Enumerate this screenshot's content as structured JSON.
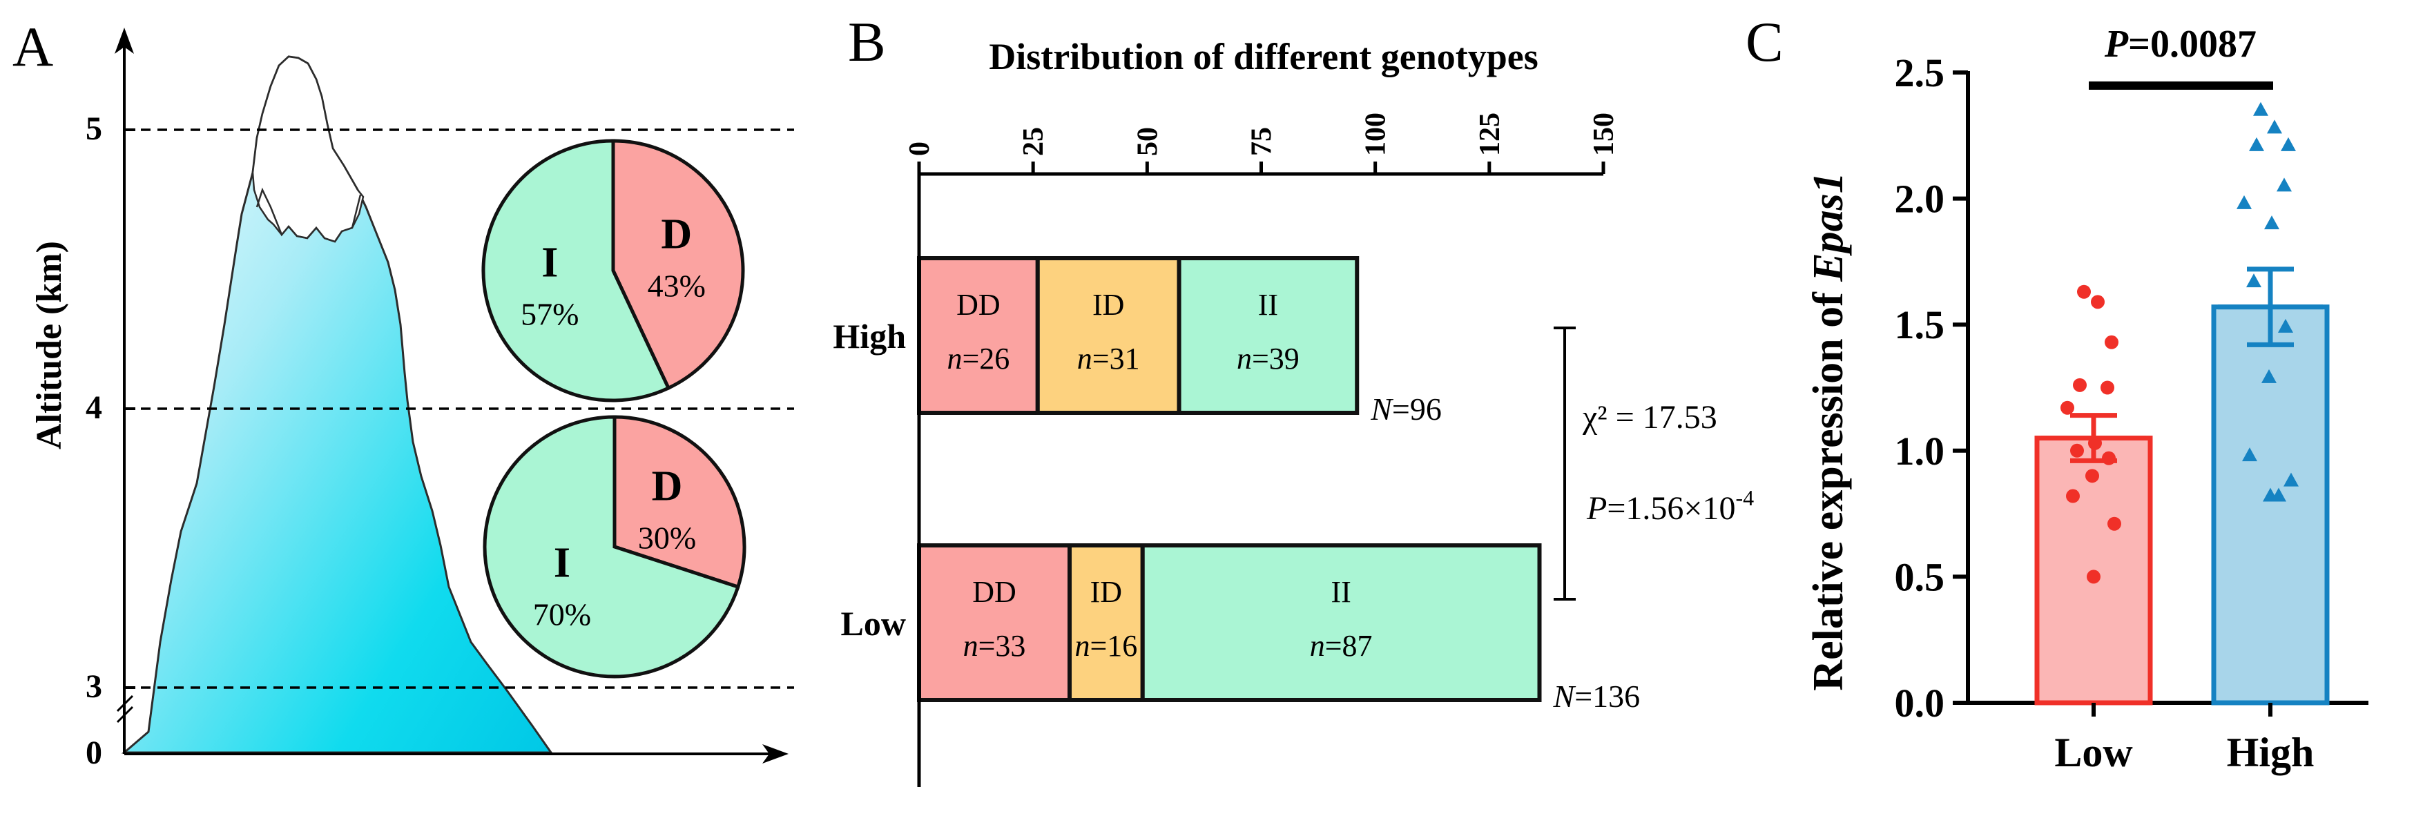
{
  "panels": {
    "a": {
      "letter": "A",
      "ylabel": "Altitude (km)",
      "ticks": [
        "0",
        "3",
        "4",
        "5"
      ],
      "pies": [
        {
          "slices": [
            {
              "label": "D",
              "pct_text": "43%",
              "value": 43,
              "color": "#fba3a1"
            },
            {
              "label": "I",
              "pct_text": "57%",
              "value": 57,
              "color": "#aaf5d4"
            }
          ]
        },
        {
          "slices": [
            {
              "label": "D",
              "pct_text": "30%",
              "value": 30,
              "color": "#fba3a1"
            },
            {
              "label": "I",
              "pct_text": "70%",
              "value": 70,
              "color": "#aaf5d4"
            }
          ]
        }
      ]
    },
    "b": {
      "letter": "B",
      "title": "Distribution of different genotypes",
      "stat1": "χ² = 17.53",
      "stat2_prefix": "P",
      "stat2_value": "=1.56×10",
      "stat2_exp": "-4"
    },
    "c": {
      "letter": "C",
      "ylabel_prefix": "Relative expression of ",
      "ylabel_gene": "Epas1",
      "pvalue_prefix": "P",
      "pvalue_value": "=0.0087"
    }
  },
  "chart_data": [
    {
      "type": "pie",
      "panel": "A (upper pie, 4–5 km)",
      "labels": [
        "D",
        "I"
      ],
      "values": [
        43,
        57
      ]
    },
    {
      "type": "pie",
      "panel": "A (lower pie, 3–4 km)",
      "labels": [
        "D",
        "I"
      ],
      "values": [
        30,
        70
      ]
    },
    {
      "type": "bar",
      "orientation": "horizontal",
      "stacked": true,
      "panel": "B",
      "title": "Distribution of different genotypes",
      "categories": [
        "High",
        "Low"
      ],
      "series": [
        {
          "name": "DD",
          "values": [
            26,
            33
          ],
          "color": "#fba3a1"
        },
        {
          "name": "ID",
          "values": [
            31,
            16
          ],
          "color": "#fdd27f"
        },
        {
          "name": "II",
          "values": [
            39,
            87
          ],
          "color": "#aaf5d4"
        }
      ],
      "totals": [
        "N=96",
        "N=136"
      ],
      "xlim": [
        0,
        150
      ],
      "xticks": [
        "0",
        "25",
        "50",
        "75",
        "100",
        "125",
        "150"
      ],
      "annotations": [
        "χ² = 17.53",
        "P=1.56×10-4"
      ]
    },
    {
      "type": "bar",
      "panel": "C",
      "categories": [
        "Low",
        "High"
      ],
      "ylabel": "Relative expression of Epas1",
      "ylim": [
        0,
        2.5
      ],
      "yticks": [
        "0.0",
        "0.5",
        "1.0",
        "1.5",
        "2.0",
        "2.5"
      ],
      "means": [
        1.05,
        1.57
      ],
      "sem": [
        0.09,
        0.15
      ],
      "points": {
        "Low": [
          1.63,
          1.59,
          1.43,
          1.26,
          1.25,
          1.17,
          1.03,
          1.0,
          0.97,
          0.9,
          0.82,
          0.71,
          0.5
        ],
        "High": [
          2.35,
          2.28,
          2.21,
          2.21,
          2.05,
          1.98,
          1.9,
          1.67,
          1.49,
          1.29,
          0.98,
          0.88,
          0.82,
          0.82
        ]
      },
      "colors": {
        "Low": "#f03028",
        "High": "#1582c2"
      },
      "fill": {
        "Low": "#fbb6b5",
        "High": "#a8d5ea"
      },
      "annotation": "P=0.0087"
    }
  ]
}
